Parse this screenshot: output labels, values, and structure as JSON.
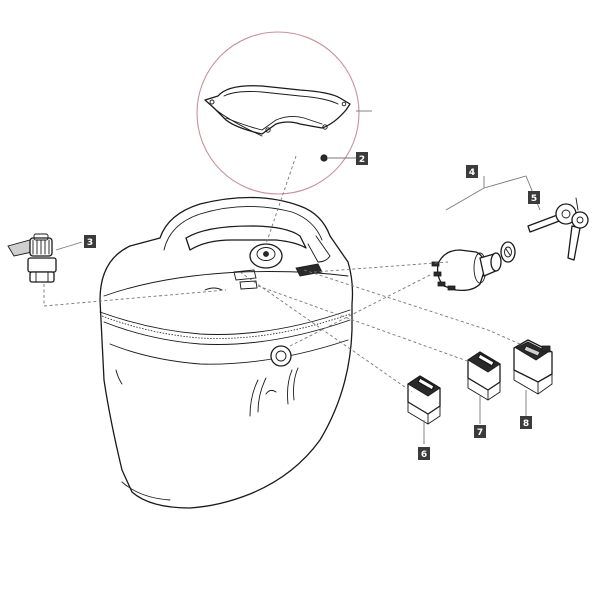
{
  "diagram": {
    "callouts": [
      {
        "id": "2",
        "label": "2"
      },
      {
        "id": "3",
        "label": "3"
      },
      {
        "id": "4",
        "label": "4"
      },
      {
        "id": "5",
        "label": "5"
      },
      {
        "id": "6",
        "label": "6"
      },
      {
        "id": "7",
        "label": "7"
      },
      {
        "id": "8",
        "label": "8"
      }
    ],
    "colors": {
      "detail_circle": "#c9919a",
      "callout_fill": "#3b3b3b",
      "callout_text": "#ffffff",
      "line": "#1a1a1a",
      "leader": "#777777"
    }
  }
}
